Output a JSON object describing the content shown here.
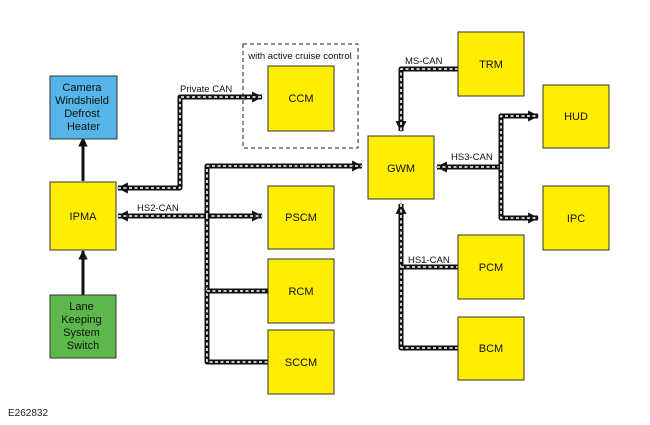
{
  "colors": {
    "module_fill": "#ffee00",
    "module_stroke": "#333333",
    "camera_fill": "#55b4e8",
    "switch_fill": "#5cb84a",
    "bus_outer": "#111111",
    "bus_inner": "#ffffff"
  },
  "modules": {
    "camera": [
      "Camera",
      "Windshield",
      "Defrost",
      "Heater"
    ],
    "ipma": [
      "IPMA"
    ],
    "lane_switch": [
      "Lane",
      "Keeping",
      "System",
      "Switch"
    ],
    "ccm": [
      "CCM"
    ],
    "pscm": [
      "PSCM"
    ],
    "rcm": [
      "RCM"
    ],
    "sccm": [
      "SCCM"
    ],
    "gwm": [
      "GWM"
    ],
    "trm": [
      "TRM"
    ],
    "hud": [
      "HUD"
    ],
    "ipc": [
      "IPC"
    ],
    "pcm": [
      "PCM"
    ],
    "bcm": [
      "BCM"
    ]
  },
  "bus_labels": {
    "private_can": "Private CAN",
    "hs2_can": "HS2-CAN",
    "ms_can": "MS-CAN",
    "hs3_can": "HS3-CAN",
    "hs1_can": "HS1-CAN"
  },
  "acc_caption": "with active cruise control",
  "figure_ref": "E262832"
}
